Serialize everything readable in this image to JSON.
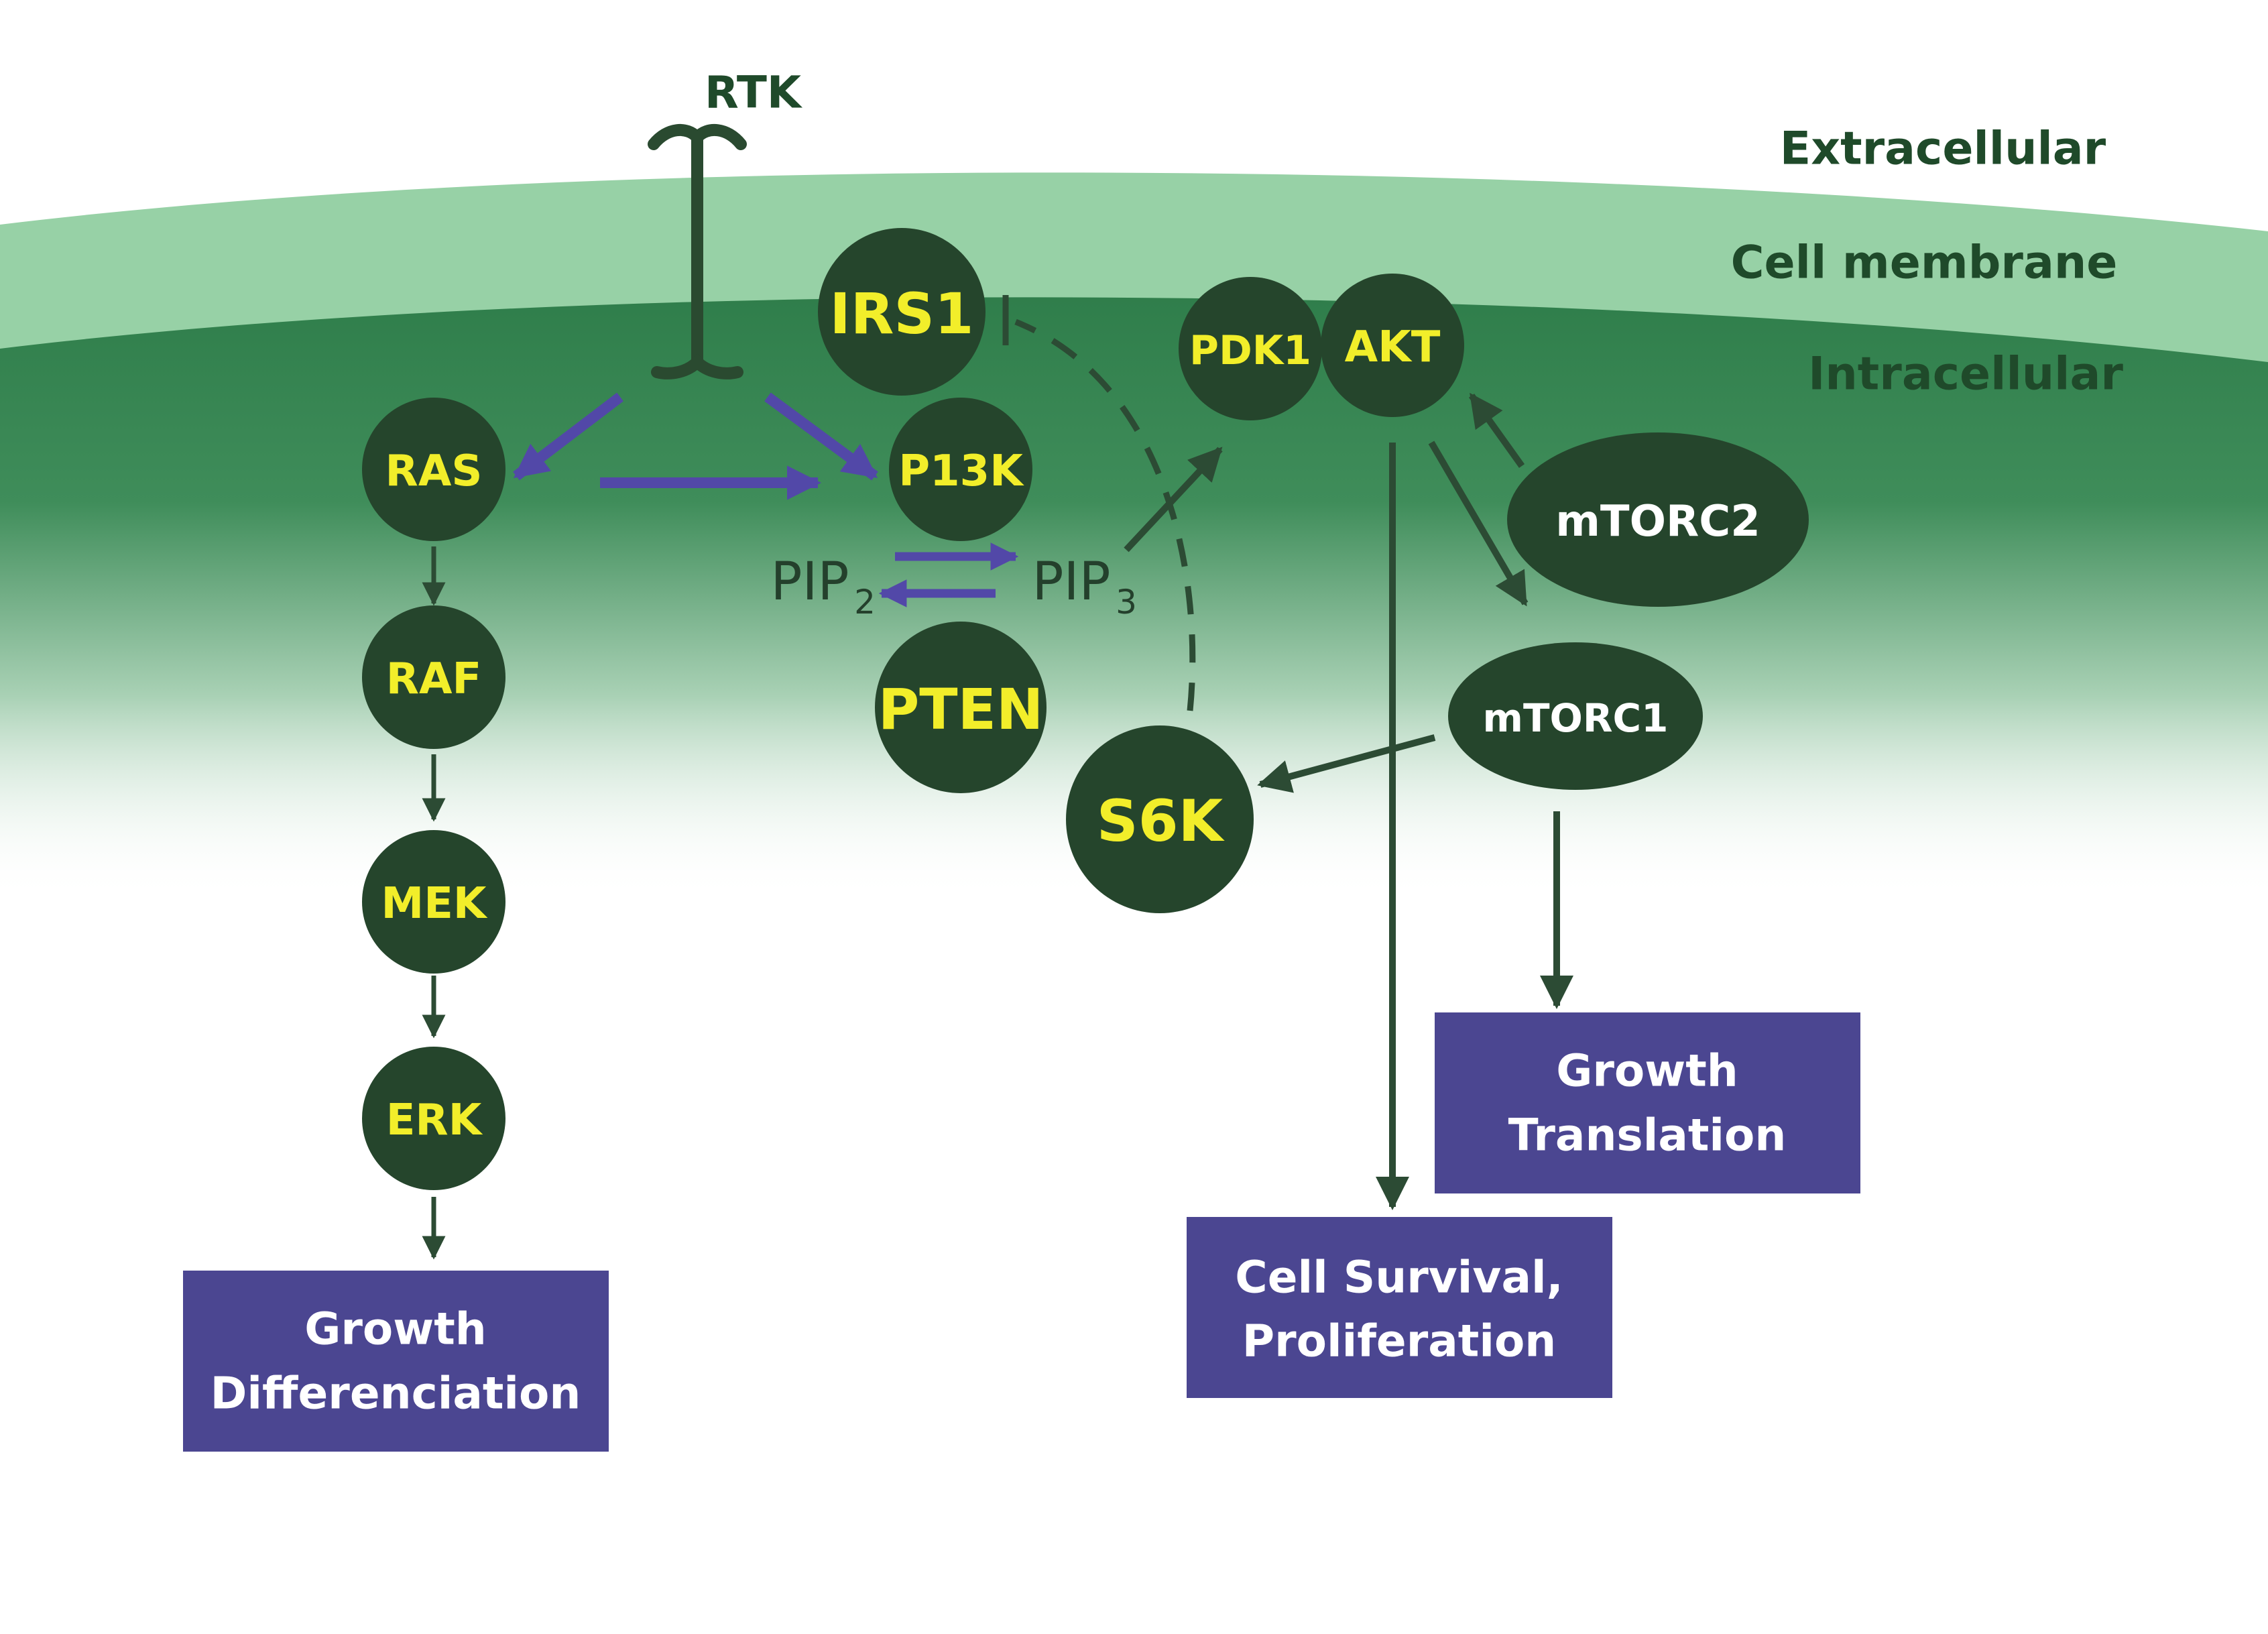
{
  "regions": {
    "extracellular": "Extracellular",
    "membrane": "Cell membrane",
    "intracellular": "Intracellular"
  },
  "receptor": {
    "label": "RTK"
  },
  "nodes": {
    "ras": "RAS",
    "raf": "RAF",
    "mek": "MEK",
    "erk": "ERK",
    "irs1": "IRS1",
    "p13k": "P13K",
    "pten": "PTEN",
    "pdk1": "PDK1",
    "akt": "AKT",
    "s6k": "S6K"
  },
  "complexes": {
    "mtorc2": "mTORC2",
    "mtorc1": "mTORC1"
  },
  "lipids": {
    "pip2_base": "PIP",
    "pip2_sub": "2",
    "pip3_base": "PIP",
    "pip3_sub": "3"
  },
  "outcomes": {
    "differentiation": {
      "line1": "Growth",
      "line2": "Differenciation"
    },
    "survival": {
      "line1": "Cell Survival,",
      "line2": "Proliferation"
    },
    "translation": {
      "line1": "Growth",
      "line2": "Translation"
    }
  },
  "colors": {
    "node_fill": "#25452c",
    "node_text": "#f2ee2a",
    "membrane": "#97d1a6",
    "cytoplasm": "#2a7a45",
    "outcome_box": "#4b4691",
    "ras_pathway_arrow": "#5248a8",
    "pathway_arrow": "#2c4b34"
  }
}
